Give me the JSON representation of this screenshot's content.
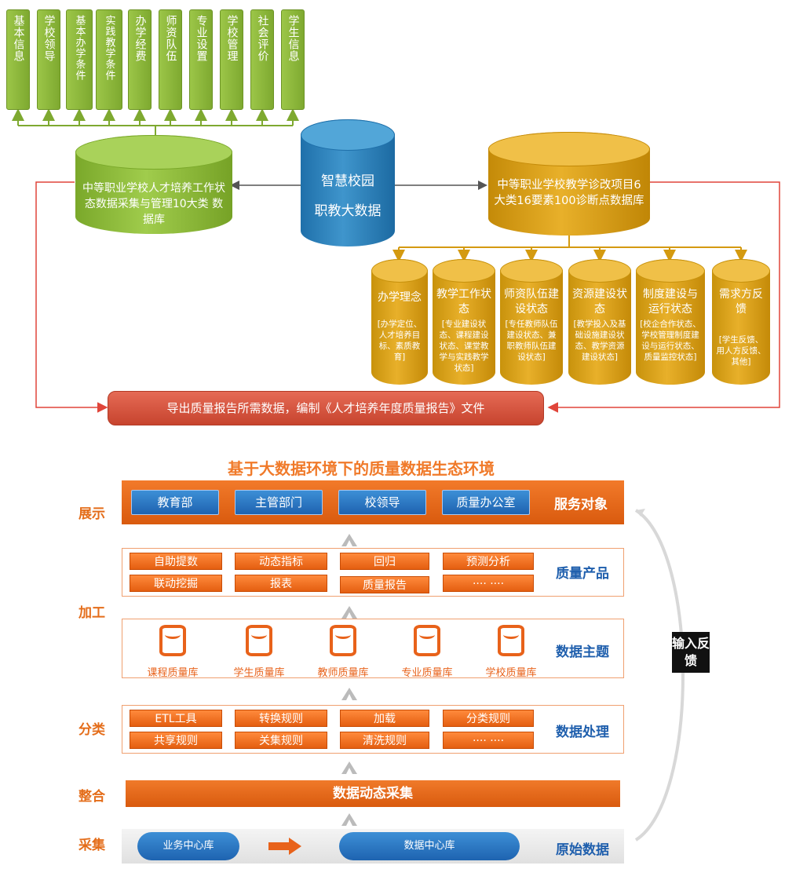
{
  "top": {
    "categories": [
      "基本信息",
      "学校领导",
      "基本办学条件",
      "实践教学条件",
      "办学经费",
      "师资队伍",
      "专业设置",
      "学校管理",
      "社会评价",
      "学生信息"
    ],
    "left_db": "中等职业学校人才培养工作状态数据采集与管理10大类 数据库",
    "center_db_line1": "智慧校园",
    "center_db_line2": "职教大数据",
    "right_db": "中等职业学校教学诊改项目6大类16要素100诊断点数据库",
    "diagnosis": [
      {
        "title": "办学理念",
        "detail": "[办学定位、人才培养目标、素质教育]"
      },
      {
        "title": "教学工作状态",
        "detail": "[专业建设状态、课程建设状态、课堂教学与实践教学状态]"
      },
      {
        "title": "师资队伍建设状态",
        "detail": "[专任教师队伍建设状态、兼职教师队伍建设状态]"
      },
      {
        "title": "资源建设状态",
        "detail": "[教学投入及基础设施建设状态、教学资源建设状态]"
      },
      {
        "title": "制度建设与运行状态",
        "detail": "[校企合作状态、学校管理制度建设与运行状态、质量监控状态]"
      },
      {
        "title": "需求方反馈",
        "detail": "[学生反馈、用人方反馈、其他]"
      }
    ],
    "export_bar": "导出质量报告所需数据，编制《人才培养年度质量报告》文件"
  },
  "bottom": {
    "title": "基于大数据环境下的质量数据生态环境",
    "side_labels": {
      "show": "展示",
      "process": "加工",
      "classify": "分类",
      "integrate": "整合",
      "collect": "采集"
    },
    "service_buttons": [
      "教育部",
      "主管部门",
      "校领导",
      "质量办公室"
    ],
    "service_label": "服务对象",
    "products": [
      "自助提数",
      "动态指标",
      "回归",
      "预测分析",
      "联动挖掘",
      "报表",
      "质量报告",
      "····  ····"
    ],
    "products_label": "质量产品",
    "themes": [
      "课程质量库",
      "学生质量库",
      "教师质量库",
      "专业质量库",
      "学校质量库"
    ],
    "themes_label": "数据主题",
    "processing": [
      "ETL工具",
      "转换规则",
      "加载",
      "分类规则",
      "共享规则",
      "关集规则",
      "清洗规则",
      "····  ····"
    ],
    "processing_label": "数据处理",
    "collect_bar": "数据动态采集",
    "business_db": "业务中心库",
    "data_center_db": "数据中心库",
    "raw_label": "原始数据",
    "feedback": "输入反馈"
  }
}
